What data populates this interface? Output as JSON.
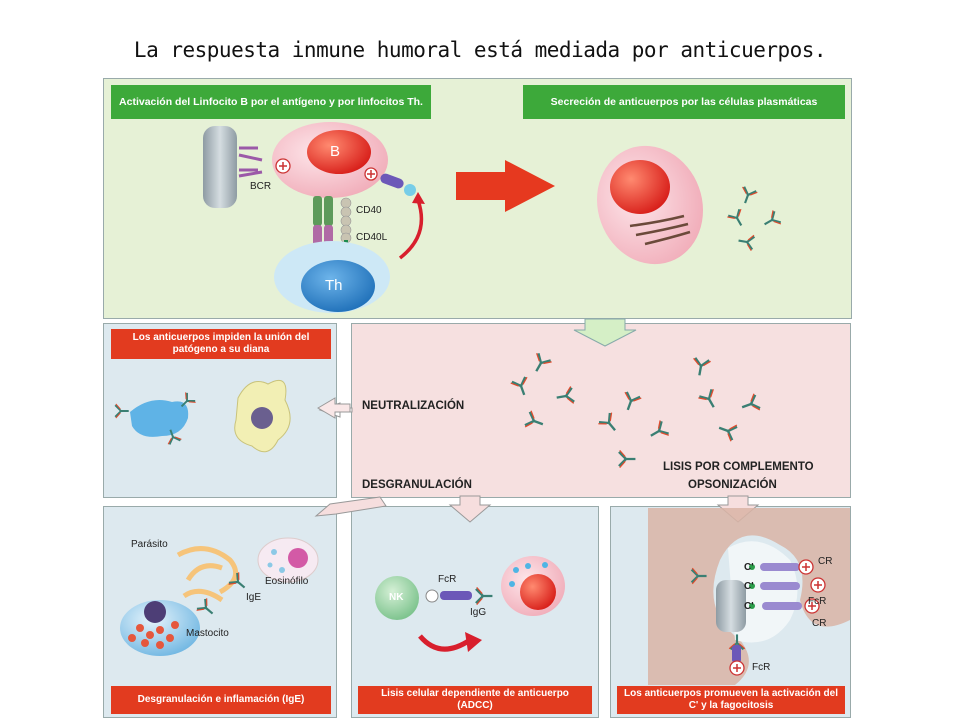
{
  "title": "La respuesta inmune humoral está mediada por anticuerpos.",
  "top_left_header": "Activación del Linfocito B por el antígeno y por linfocitos Th.",
  "top_right_header": "Secreción de anticuerpos por las células plasmáticas",
  "cell_labels": {
    "b": "B",
    "th": "Th",
    "nk": "NK"
  },
  "top_labels": {
    "bcr": "BCR",
    "cd40": "CD40",
    "cd40l": "CD40L"
  },
  "mid_left_header": "Los anticuerpos impiden la unión del patógeno a su diana",
  "mechanisms": {
    "neutralizacion": "NEUTRALIZACIÓN",
    "lisis": "LISIS POR COMPLEMENTO",
    "opsonizacion": "OPSONIZACIÓN",
    "desgranulacion": "DESGRANULACIÓN"
  },
  "bottom_left": {
    "parasito": "Parásito",
    "eosinofilo": "Eosinófilo",
    "ige": "IgE",
    "mastocito": "Mastocito",
    "footer": "Desgranulación e inflamación (IgE)"
  },
  "bottom_mid": {
    "fcr": "FcR",
    "igg": "IgG",
    "footer": "Lisis celular dependiente de anticuerpo (ADCC)"
  },
  "bottom_right": {
    "cr1": "CR",
    "fcr1": "FcR",
    "cr2": "CR",
    "fcr2": "FcR",
    "c1": "C'",
    "c2": "C'",
    "c3": "C'",
    "footer": "Los anticuerpos promueven la activación del C' y la fagocitosis"
  },
  "colors": {
    "panel_green": "#e6f1d6",
    "panel_pink": "#f6e0e0",
    "panel_blue": "#dde9ef",
    "header_green": "#3da93a",
    "header_red": "#e23b1f",
    "arrow_red": "#e6391f"
  }
}
